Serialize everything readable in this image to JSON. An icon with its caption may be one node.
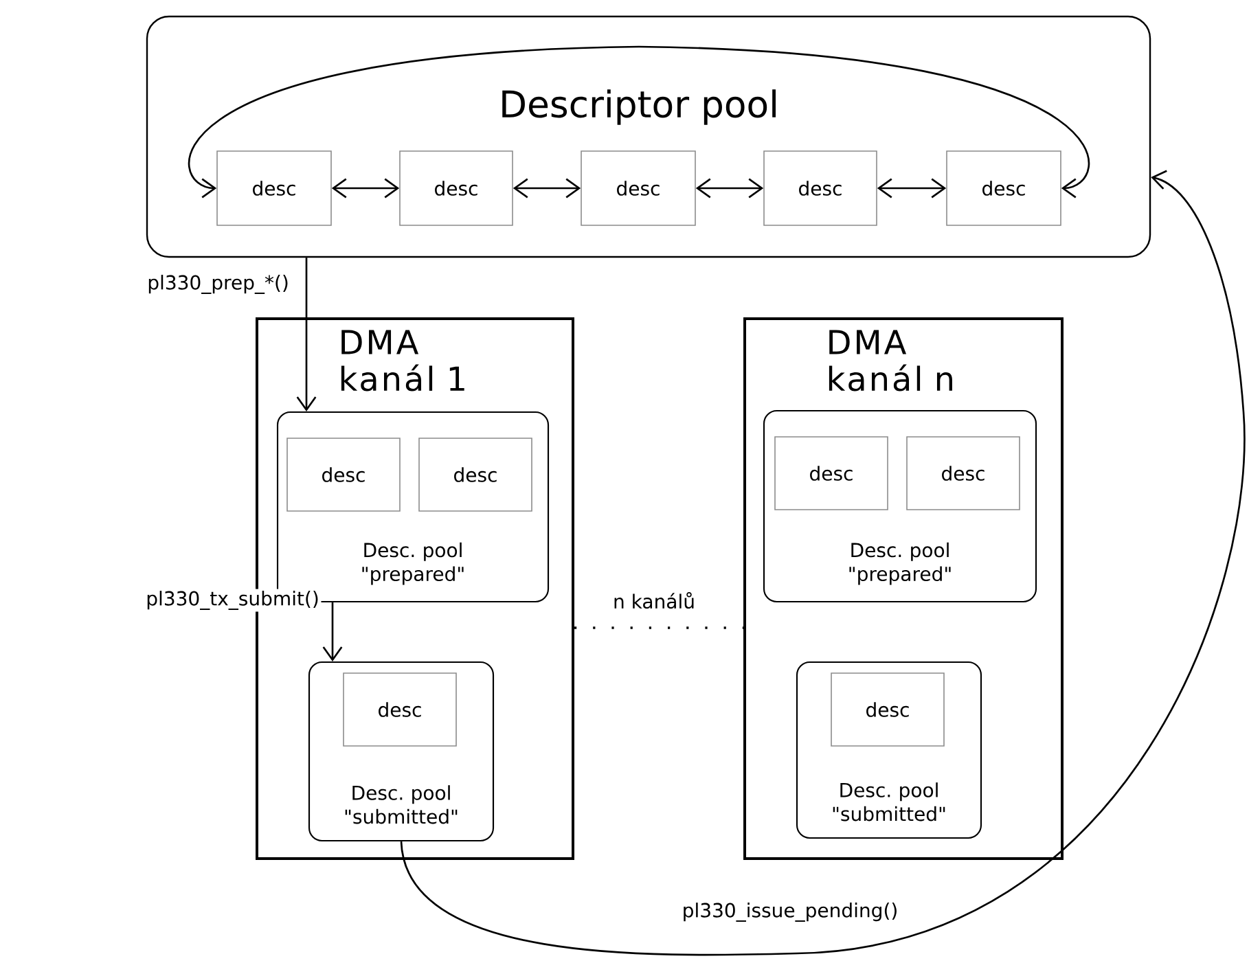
{
  "diagram": {
    "nodes": [
      {
        "text": [
          "Descriptor pool"
        ]
      },
      {
        "text": [
          "desc"
        ],
        "in": 0
      },
      {
        "text": [
          "desc"
        ],
        "in": 0
      },
      {
        "text": [
          "desc"
        ],
        "in": 0
      },
      {
        "text": [
          "desc"
        ],
        "in": 0
      },
      {
        "text": [
          "desc"
        ],
        "in": 0
      },
      {
        "text": [
          "DMA kanál 1"
        ]
      },
      {
        "text": [
          "Desc. pool \"prepared\""
        ],
        "in": 6
      },
      {
        "text": [
          "desc"
        ],
        "in": 7
      },
      {
        "text": [
          "desc"
        ],
        "in": 7
      },
      {
        "text": [
          "Desc. pool \"submitted\""
        ],
        "in": 6
      },
      {
        "text": [
          "desc"
        ],
        "in": 10
      },
      {
        "text": [
          "DMA kanál n"
        ]
      },
      {
        "text": [
          "Desc. pool \"prepared\""
        ],
        "in": 12
      },
      {
        "text": [
          "desc"
        ],
        "in": 13
      },
      {
        "text": [
          "desc"
        ],
        "in": 13
      },
      {
        "text": [
          "Desc. pool \"submitted\""
        ],
        "in": 12
      },
      {
        "text": [
          "desc"
        ],
        "in": 16
      }
    ],
    "edges": [
      {
        "from": 1,
        "to": 2,
        "arrow": "both"
      },
      {
        "from": 2,
        "to": 3,
        "arrow": "both"
      },
      {
        "from": 3,
        "to": 4,
        "arrow": "both"
      },
      {
        "from": 4,
        "to": 5,
        "arrow": "both"
      },
      {
        "from": 1,
        "to": 5,
        "arrow": "both"
      },
      {
        "from": 0,
        "to": 7,
        "arrow": "to",
        "label": "pl330_prep_*()"
      },
      {
        "from": 7,
        "to": 10,
        "arrow": "to",
        "label": "pl330_tx_submit()"
      },
      {
        "from": 10,
        "to": 0,
        "arrow": "to",
        "label": "pl330_issue_pending()"
      },
      {
        "from": 6,
        "to": 12,
        "arrow": "none",
        "style": "dashed",
        "label": "n kanálů"
      }
    ]
  }
}
